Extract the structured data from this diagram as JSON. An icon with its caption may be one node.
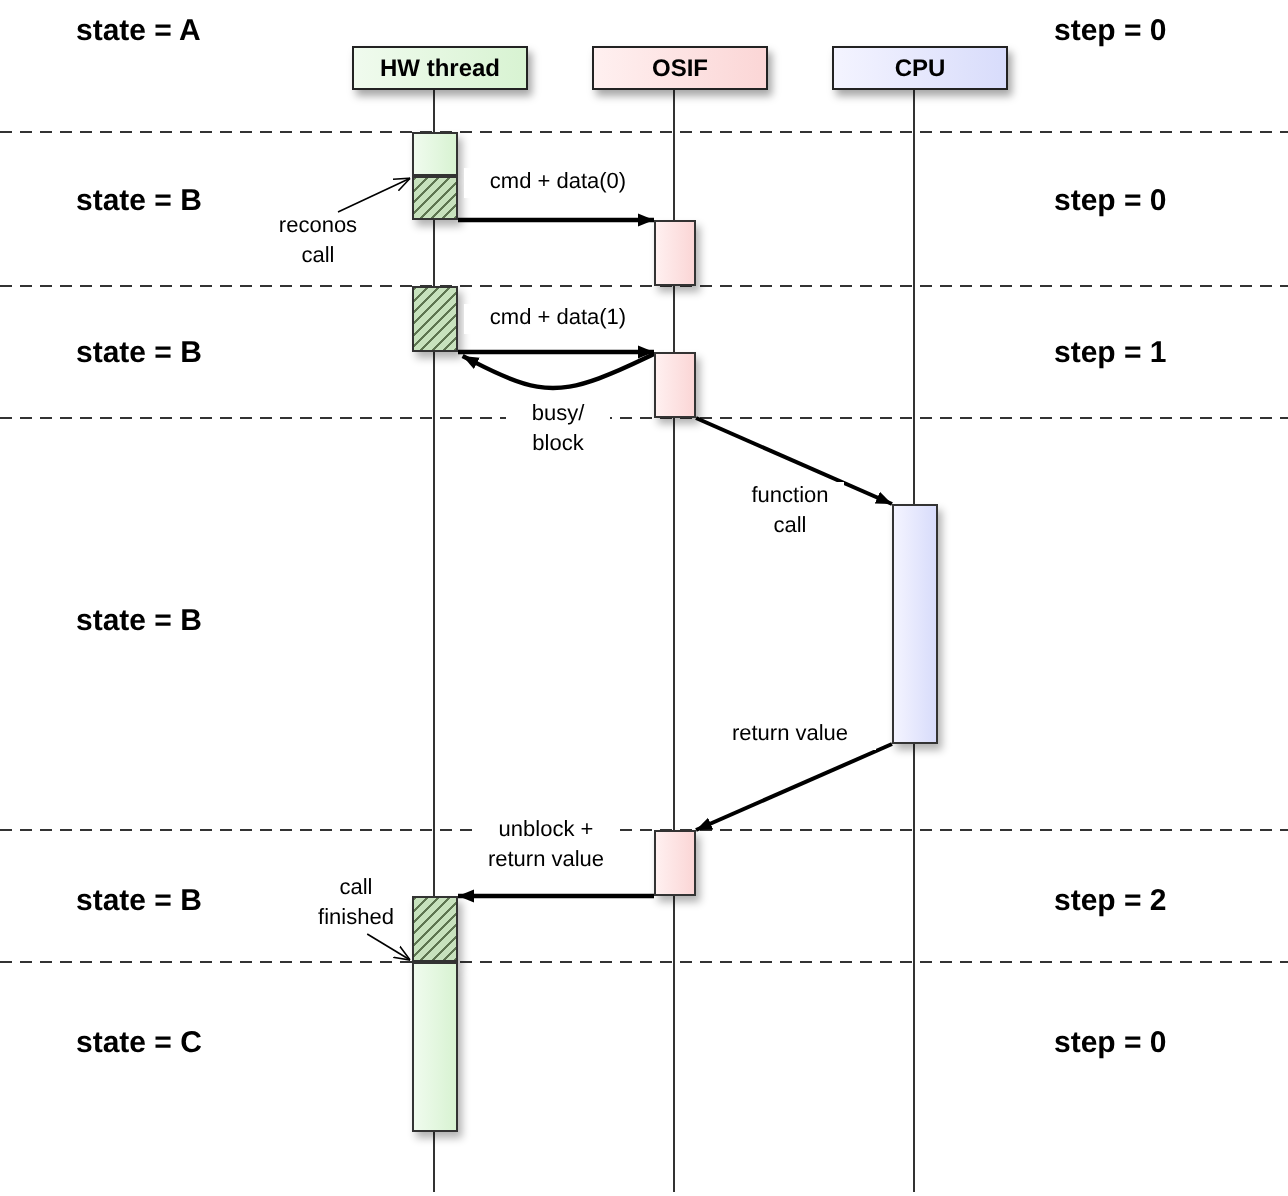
{
  "diagram": {
    "nodes": [
      {
        "text": [
          "HW thread"
        ]
      },
      {
        "text": [
          "OSIF"
        ]
      },
      {
        "text": [
          "CPU"
        ]
      },
      {
        "text": [],
        "shape": "box"
      },
      {
        "text": [],
        "shape": "box"
      },
      {
        "text": [],
        "shape": "box"
      },
      {
        "text": [],
        "shape": "box"
      },
      {
        "text": [],
        "shape": "box"
      },
      {
        "text": [],
        "shape": "box"
      },
      {
        "text": [],
        "shape": "box"
      },
      {
        "text": [],
        "shape": "box"
      },
      {
        "text": [],
        "shape": "box"
      },
      {
        "text": [
          "reconos call"
        ]
      },
      {
        "text": [
          "call finished"
        ]
      }
    ],
    "edges": [
      {
        "from": 4,
        "to": 8,
        "arrow": "to",
        "label": "cmd + data(0)"
      },
      {
        "from": 5,
        "to": 9,
        "arrow": "to",
        "label": "cmd + data(1)"
      },
      {
        "from": 9,
        "to": 5,
        "arrow": "to",
        "label": "busy/ block"
      },
      {
        "from": 9,
        "to": 11,
        "arrow": "to",
        "label": "function call"
      },
      {
        "from": 11,
        "to": 10,
        "arrow": "to",
        "label": "return value"
      },
      {
        "from": 10,
        "to": 6,
        "arrow": "to",
        "label": "unblock + return value"
      },
      {
        "from": 12,
        "to": 4,
        "arrow": "to"
      },
      {
        "from": 13,
        "to": 6,
        "arrow": "to"
      }
    ],
    "labels": [
      "state = A",
      "step = 0",
      "state = B",
      "step = 0",
      "state = B",
      "step = 1",
      "state = B",
      "state = B",
      "step = 2",
      "state = C",
      "step = 0"
    ]
  }
}
